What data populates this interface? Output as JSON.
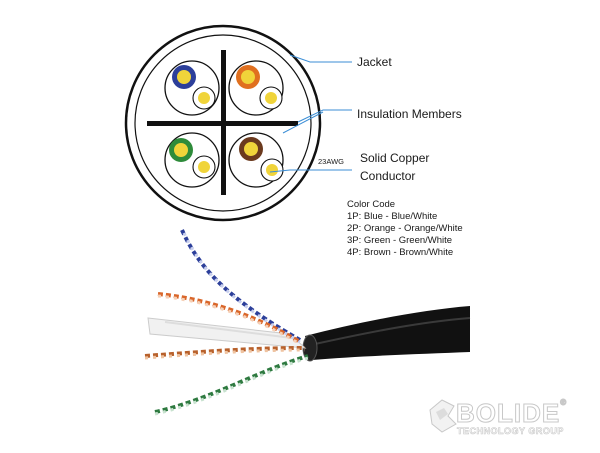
{
  "labels": {
    "jacket": "Jacket",
    "insulation_members": "Insulation Members",
    "conductor_line1": "Solid Copper",
    "conductor_line2": "Conductor",
    "gauge": "23AWG"
  },
  "color_code": {
    "title": "Color Code",
    "pairs": [
      "1P: Blue - Blue/White",
      "2P: Orange - Orange/White",
      "3P: Green - Green/White",
      "4P: Brown - Brown/White"
    ]
  },
  "brand": {
    "name": "BOLIDE",
    "registered": "®",
    "subtitle": "TECHNOLOGY GROUP"
  },
  "colors": {
    "blue": "#2c3f9a",
    "orange": "#e0701f",
    "green": "#2e8b3a",
    "brown": "#6b3a1e",
    "copper_yellow": "#f0d43a",
    "leader_line": "#3b8ed6",
    "jacket_black": "#111111"
  }
}
